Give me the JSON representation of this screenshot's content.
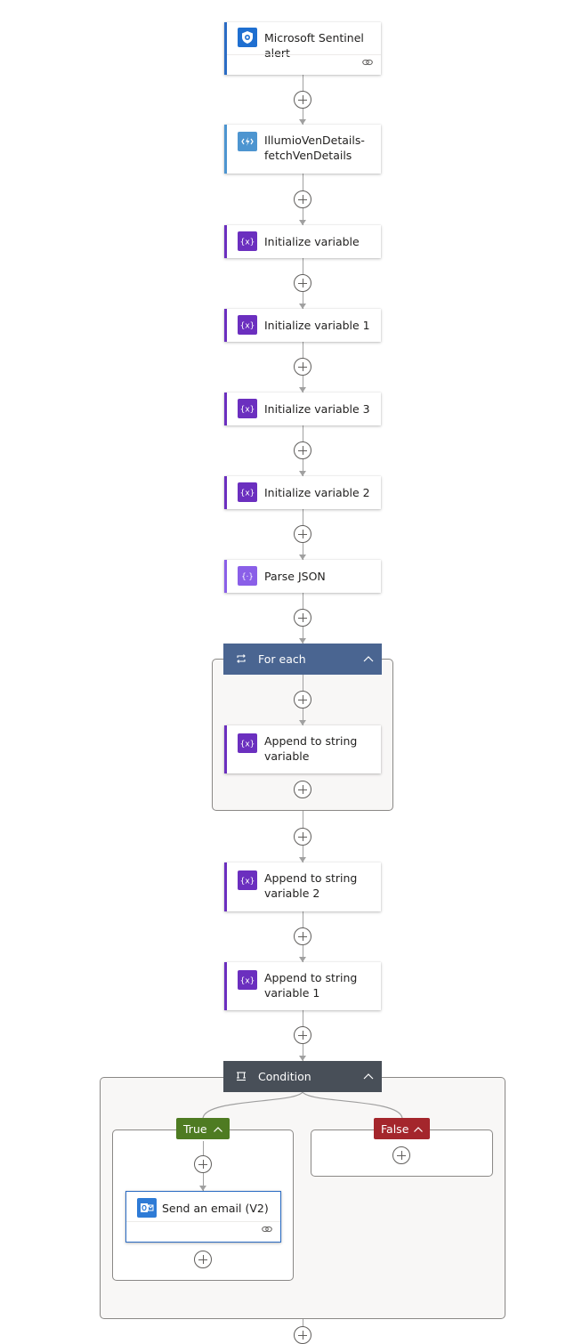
{
  "steps": {
    "sentinel_alert": "Microsoft Sentinel alert",
    "illumio_ven_details": "IllumioVenDetails-\nfetchVenDetails",
    "init_variable": "Initialize variable",
    "init_variable_1": "Initialize variable 1",
    "init_variable_3": "Initialize variable 3",
    "init_variable_2": "Initialize variable 2",
    "parse_json": "Parse JSON",
    "for_each": "For each",
    "append_string_variable": "Append to string\nvariable",
    "append_string_variable_2": "Append to string\nvariable 2",
    "append_string_variable_1": "Append to string\nvariable 1",
    "condition": "Condition",
    "branch_true": "True",
    "branch_false": "False",
    "send_email": "Send an email (V2)"
  },
  "colors": {
    "variable_accent": "#6b2fbf",
    "trigger_accent": "#2b6cc4",
    "function_accent": "#4d95d0",
    "json_accent": "#8a5fe8",
    "foreach_header": "#4a6591",
    "condition_header": "#484f58",
    "true_branch": "#4e7b22",
    "false_branch": "#a4262c",
    "email_border": "#2b6cc4",
    "connector_line": "#a0a0a0"
  },
  "icons": {
    "trigger": "sentinel-shield-icon",
    "function": "azure-function-icon",
    "variable": "variable-braces-icon",
    "json": "json-braces-icon",
    "loop": "loop-icon",
    "condition": "condition-icon",
    "email": "outlook-icon",
    "link": "link-icon",
    "add": "plus-circle-icon",
    "collapse": "chevron-up-icon"
  }
}
